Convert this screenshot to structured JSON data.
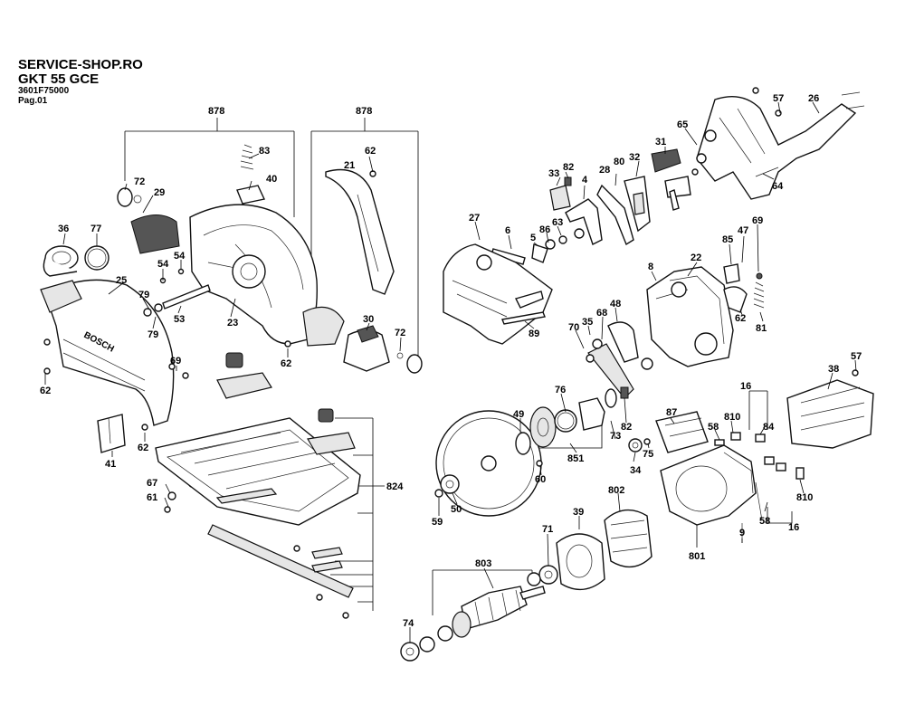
{
  "header": {
    "shop": "SERVICE-SHOP.RO",
    "model": "GKT 55 GCE",
    "part_number": "3601F75000",
    "page": "Pag.01"
  },
  "brand_on_guard": "BOSCH",
  "callouts": [
    {
      "id": "c878a",
      "text": "878"
    },
    {
      "id": "c878b",
      "text": "878"
    },
    {
      "id": "c83",
      "text": "83"
    },
    {
      "id": "c62a",
      "text": "62"
    },
    {
      "id": "c21",
      "text": "21"
    },
    {
      "id": "c40",
      "text": "40"
    },
    {
      "id": "c72a",
      "text": "72"
    },
    {
      "id": "c29",
      "text": "29"
    },
    {
      "id": "c36",
      "text": "36"
    },
    {
      "id": "c77",
      "text": "77"
    },
    {
      "id": "c54a",
      "text": "54"
    },
    {
      "id": "c54b",
      "text": "54"
    },
    {
      "id": "c25",
      "text": "25"
    },
    {
      "id": "c79a",
      "text": "79"
    },
    {
      "id": "c79b",
      "text": "79"
    },
    {
      "id": "c53",
      "text": "53"
    },
    {
      "id": "c23",
      "text": "23"
    },
    {
      "id": "c30",
      "text": "30"
    },
    {
      "id": "c72b",
      "text": "72"
    },
    {
      "id": "c62b",
      "text": "62"
    },
    {
      "id": "c69a",
      "text": "69"
    },
    {
      "id": "c62c",
      "text": "62"
    },
    {
      "id": "c62d",
      "text": "62"
    },
    {
      "id": "c41",
      "text": "41"
    },
    {
      "id": "c67",
      "text": "67"
    },
    {
      "id": "c61",
      "text": "61"
    },
    {
      "id": "c824",
      "text": "824"
    },
    {
      "id": "c57a",
      "text": "57"
    },
    {
      "id": "c26",
      "text": "26"
    },
    {
      "id": "c65",
      "text": "65"
    },
    {
      "id": "c31",
      "text": "31"
    },
    {
      "id": "c32",
      "text": "32"
    },
    {
      "id": "c80",
      "text": "80"
    },
    {
      "id": "c28",
      "text": "28"
    },
    {
      "id": "c33",
      "text": "33"
    },
    {
      "id": "c82a",
      "text": "82"
    },
    {
      "id": "c4",
      "text": "4"
    },
    {
      "id": "c64",
      "text": "64"
    },
    {
      "id": "c27",
      "text": "27"
    },
    {
      "id": "c6",
      "text": "6"
    },
    {
      "id": "c86",
      "text": "86"
    },
    {
      "id": "c63",
      "text": "63"
    },
    {
      "id": "c5",
      "text": "5"
    },
    {
      "id": "c85",
      "text": "85"
    },
    {
      "id": "c47",
      "text": "47"
    },
    {
      "id": "c69b",
      "text": "69"
    },
    {
      "id": "c22",
      "text": "22"
    },
    {
      "id": "c8",
      "text": "8"
    },
    {
      "id": "c62e",
      "text": "62"
    },
    {
      "id": "c81",
      "text": "81"
    },
    {
      "id": "c89",
      "text": "89"
    },
    {
      "id": "c48",
      "text": "48"
    },
    {
      "id": "c68",
      "text": "68"
    },
    {
      "id": "c35",
      "text": "35"
    },
    {
      "id": "c70",
      "text": "70"
    },
    {
      "id": "c57b",
      "text": "57"
    },
    {
      "id": "c38",
      "text": "38"
    },
    {
      "id": "c76",
      "text": "76"
    },
    {
      "id": "c49",
      "text": "49"
    },
    {
      "id": "c73",
      "text": "73"
    },
    {
      "id": "c82b",
      "text": "82"
    },
    {
      "id": "c851",
      "text": "851"
    },
    {
      "id": "c60",
      "text": "60"
    },
    {
      "id": "c87",
      "text": "87"
    },
    {
      "id": "c16a",
      "text": "16"
    },
    {
      "id": "c810a",
      "text": "810"
    },
    {
      "id": "c84",
      "text": "84"
    },
    {
      "id": "c58a",
      "text": "58"
    },
    {
      "id": "c75",
      "text": "75"
    },
    {
      "id": "c34",
      "text": "34"
    },
    {
      "id": "c59",
      "text": "59"
    },
    {
      "id": "c50",
      "text": "50"
    },
    {
      "id": "c802",
      "text": "802"
    },
    {
      "id": "c39",
      "text": "39"
    },
    {
      "id": "c71",
      "text": "71"
    },
    {
      "id": "c9",
      "text": "9"
    },
    {
      "id": "c58b",
      "text": "58"
    },
    {
      "id": "c810b",
      "text": "810"
    },
    {
      "id": "c16b",
      "text": "16"
    },
    {
      "id": "c801",
      "text": "801"
    },
    {
      "id": "c803",
      "text": "803"
    },
    {
      "id": "c74",
      "text": "74"
    }
  ]
}
